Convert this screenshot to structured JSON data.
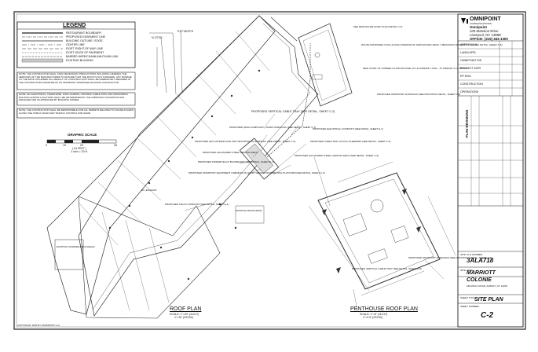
{
  "legend": {
    "title": "LEGEND",
    "items": [
      "RESTAURANT BOUNDARY",
      "PROPOSED EASEMENT LINE",
      "BUILDING OUTLINE / EDGE",
      "CENTER LINE",
      "EXIST. RIGHT-OF-WAY LINE",
      "EXIST. EDGE OF PAVEMENT",
      "BARBED WIRE/CHAINLINK/CHAIN LINK",
      "EXISTING BUILDING"
    ]
  },
  "notes": [
    "NOTE: THE CONTRACTOR SHALL TAKE NECESSARY PRECAUTIONS INCLUDING GENERAL THE SERVICES OF THE MANUFACTURER TO ENSURE THAT THE ROOF IS NOT DAMAGED. ANY DAMAGE TO THE ROOF INCURRED AS A RESULT OF CONSTRUCTION SHALL BE IMMEDIATELY REPAIRED AT THE CONTRACTOR'S EXPENSE BY AN OMNIPOINT APPROVED ROOFING CONTRACTOR.",
    "NOTE: ALL ELECTRICAL, TELEPHONE, HVAC ALARMS, CONTROL CABLE TRAY AND GROUNDING ROUTING AND/OR LOCATIONS SHALL BE DETERMINED BY THE OMNIPOINT CONSTRUCTION MANAGER AND AS APPROVED BY BUILDING OWNER.",
    "NOTE: THE CONTRACTOR SHALL BE RESPONSIBLE FOR ALL PERMITS RELATED TO CRANE ACCESS ALONG THE PUBLIC ROAD AND TRAFFIC CONTROL FOR SAME."
  ],
  "graphic_scale": {
    "title": "GRAPHIC SCALE",
    "labels": [
      "0",
      "10",
      "20",
      "30"
    ],
    "unit": "( IN FEET )",
    "ratio": "1 inch = 20 ft."
  },
  "north_detail": {
    "bearing_top": "S70°36'20\"E",
    "bearing_side": "N 13°30'..."
  },
  "roof_plan": {
    "title": "ROOF PLAN",
    "scale": "SCALE: 1\"=20' (11X17)",
    "scale2": "1\"=10' (22X34)",
    "annotations": [
      "PROPOSED VERTICAL CABLE TRAY (SEE DETAIL, SHEET C-2)",
      "PROPOSED (DSIA COMPLIANT) STAIRS W/RAILING (SEE DETAIL, SHEET C-7)",
      "PROPOSED GPS ANTENNA AND UNIT MOUNTED ON HANDRAIL (SEE DETAIL, SHEET C-5)",
      "PROPOSED GALVANIZED STEEL GRATING DECK",
      "PROPOSED POWER/TELCO BACKBOARD (SEE DETAIL, SHEET E-1)",
      "PROPOSED OMNIPOINT EQUIPMENT CABINETS ON 10'x15' WEIGHT DISTRIBUTING PLATFORM (SEE DETAIL, SHEET C-3)",
      "PROPOSED TELCO CONDUITS (SEE DETAIL, SHEET E-1)",
      "PROPOSED ELECTRICAL CONDUITS (SEE DETAIL, SHEET E-1)",
      "PROPOSED GALVANIZED STEEL GRATING DECK (SEE DETAIL, SHEET C-5)",
      "PROPOSED CABLE TRAY ON PVC SLEEPERS (SEE DETAIL, SHEET C-6)",
      "EX. EXHAUST",
      "EXISTING ROOF DRAIN",
      "EXISTING STAIRWELL BULKHEAD"
    ]
  },
  "penthouse_plan": {
    "title": "PENTHOUSE ROOF PLAN",
    "scale": "SCALE: 1\"=5' (11X17)",
    "scale2": "1\"=2.5' (22X34)",
    "annotations": [
      "SEE PENTHOUSE ROOF PLAN (DETAIL C-2)",
      "ROUTE PROPOSED COAX ALONG INTERIOR OF PENTHOUSE USING 'J' BRACKETS SPACED 4' O.C. (SEE DETAIL, SHEET C-5)",
      "NEW. POINT OF CORNER OF PENTHOUSE LAT. 42.0392333° LONG. -75.7684444° G.C. 399.67±",
      "PROPOSED OMNIPOINT ANTENNAS (SEE MOUNTING DETAIL, SHEET C-5)",
      "PROPOSED VERTICAL CABLE TRAY (SEE DETAIL, SHEET C-5)",
      "PROPOSED OMNIPOINT ANTENNAS (SEE MOUNTING DETAIL, SHEET C-5)"
    ]
  },
  "title_block": {
    "company": "OMNIPOINT",
    "company_sub": "COMMUNICATIONS",
    "client": "Omnipoint",
    "address1": "103 Mansion Drive",
    "address2": "Liverpool, NY 13088",
    "phone": "OFFICE: (315) 453-1300",
    "fields": [
      "APPROVALS",
      "LANDLORD",
      "OMNIPOINT R/E",
      "PROJECT MGR",
      "RF ENG.",
      "CONSTRUCTION",
      "OPERATIONS"
    ],
    "plan_revisions": "PLAN REVISIONS",
    "site_id_label": "SITE I.D.& NUMBER",
    "site_id": "3ALA718",
    "site_name_label": "SITE NAME",
    "site_name1": "MARRIOTT",
    "site_name2": "COLONIE",
    "site_address": "189 WOLF ROAD, ALBANY, NY 12205",
    "sheet_title_label": "SHEET TITLE",
    "sheet_title": "SITE PLAN",
    "sheet_number_label": "SHEET NUMBER",
    "sheet_number": "C-2"
  },
  "footer": "COPYRIGHT 2000 BY OMNIPOINT LLC"
}
